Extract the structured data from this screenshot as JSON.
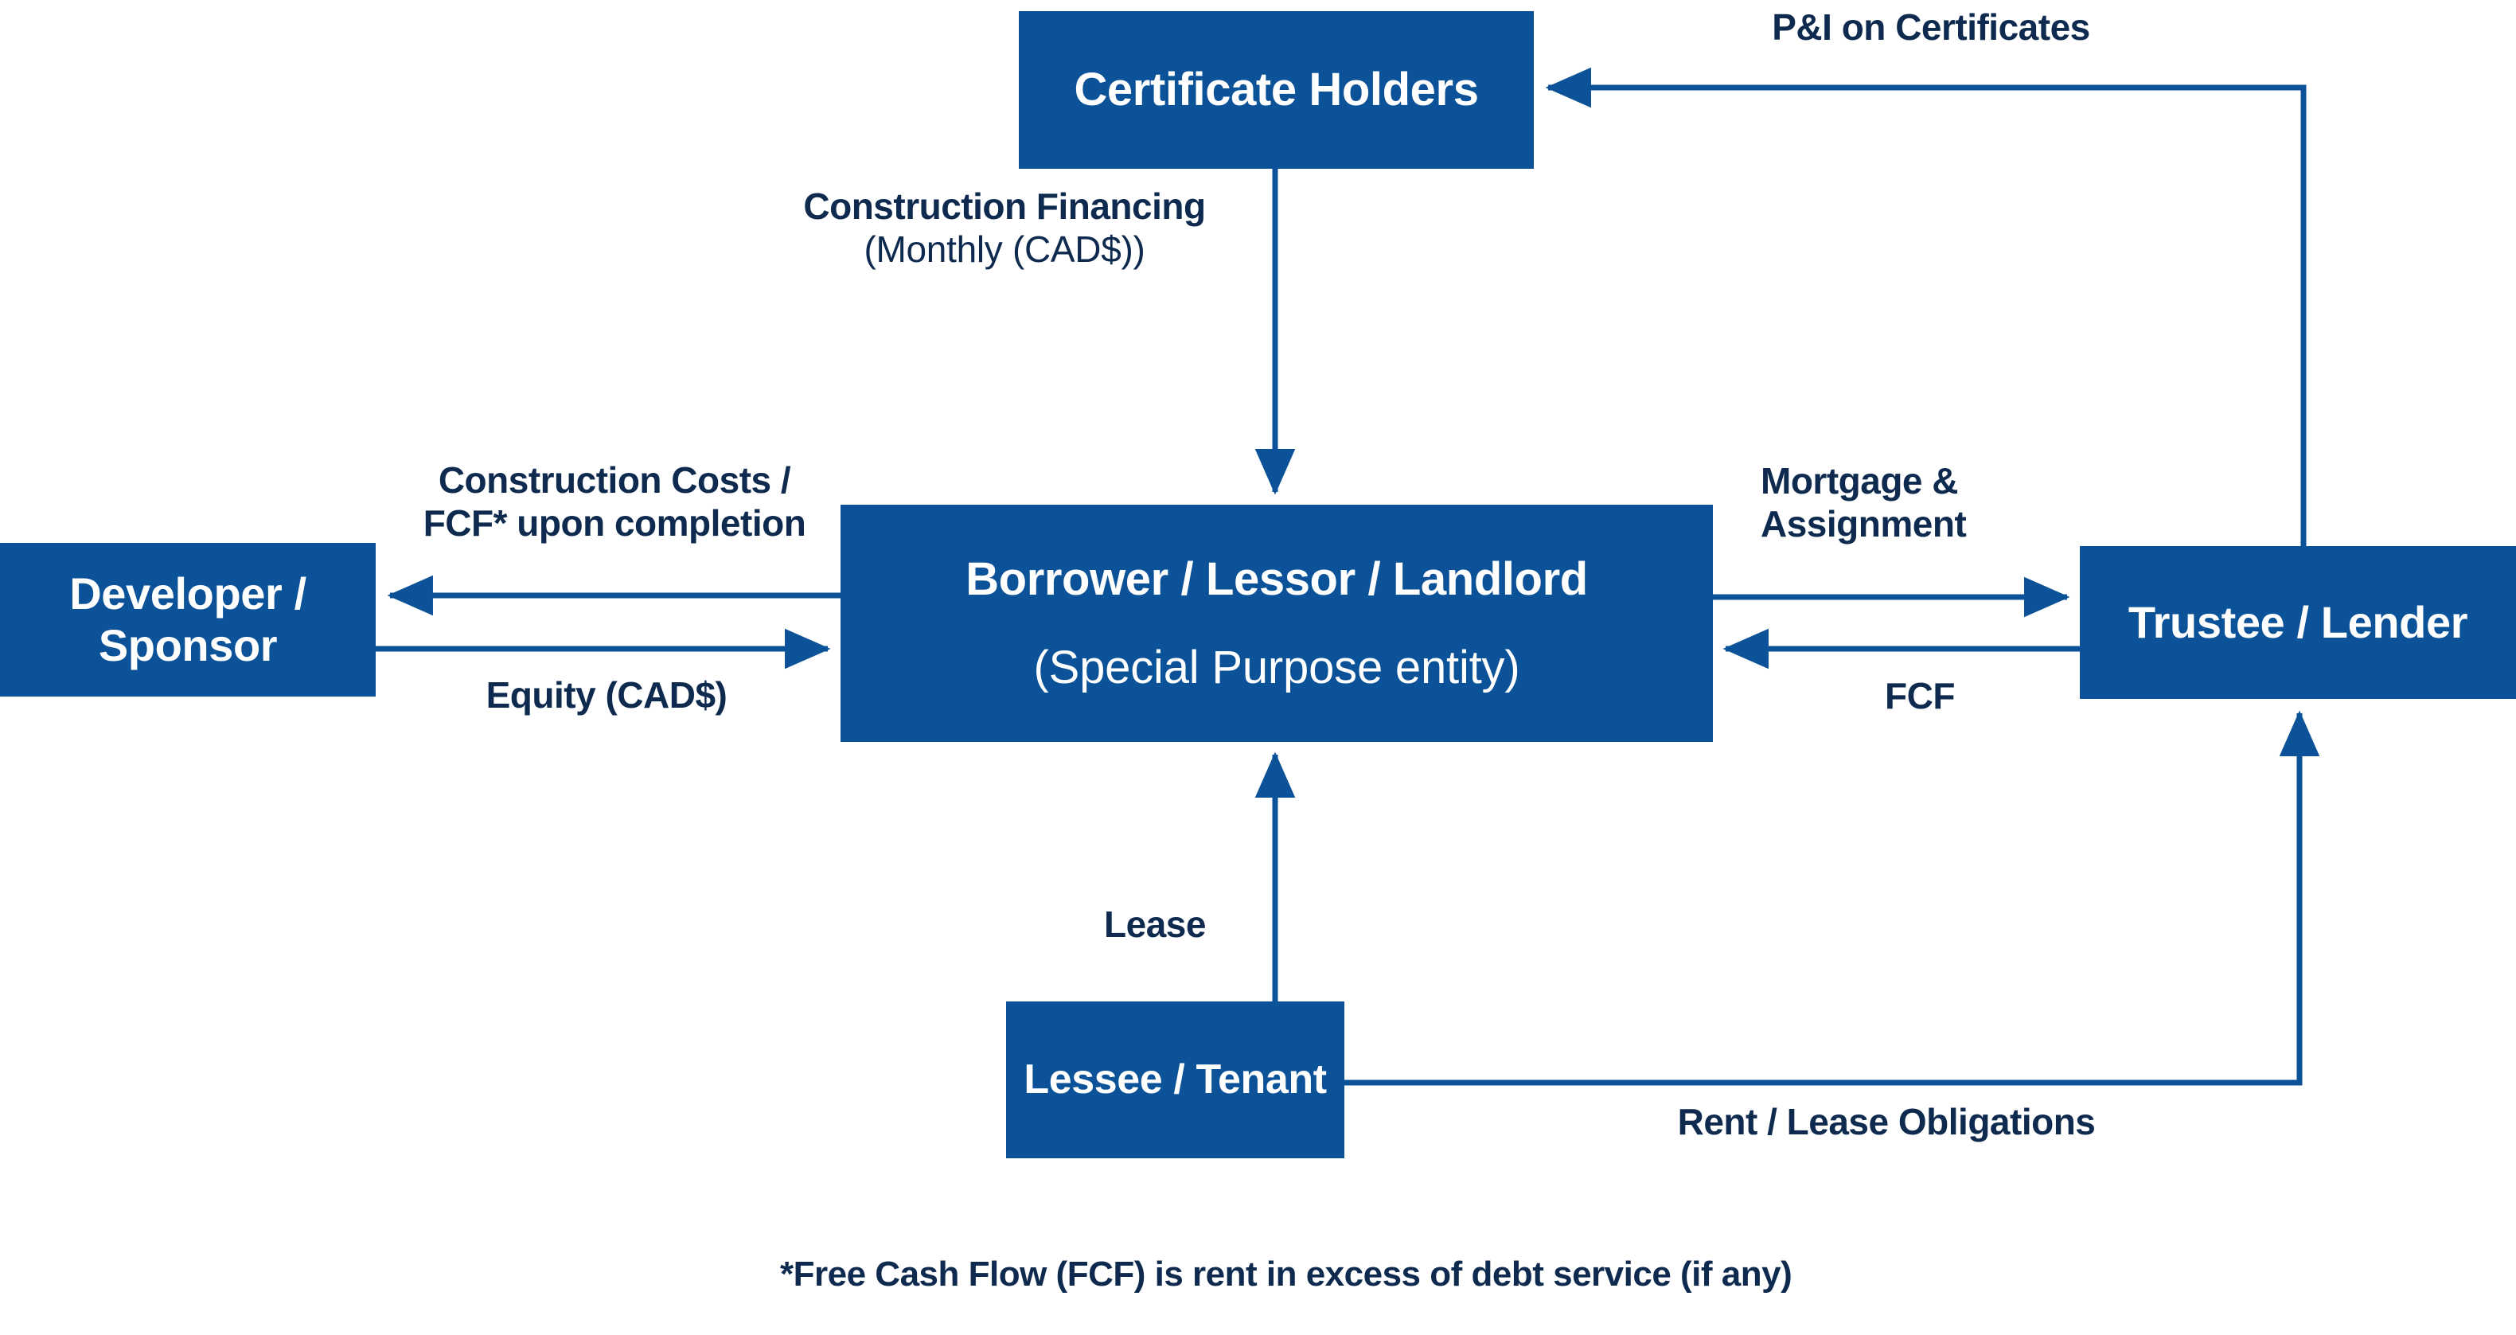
{
  "theme": {
    "box_fill": "#0B5299",
    "box_text": "#FFFFFF",
    "label_text": "#0E2A4F",
    "connector": "#0B5299",
    "background": "#FFFFFF"
  },
  "diagram": {
    "type": "flow",
    "nodes": [
      {
        "id": "certificate-holders",
        "title": "Certificate Holders",
        "subtitle": ""
      },
      {
        "id": "borrower",
        "title": "Borrower / Lessor / Landlord",
        "subtitle": "(Special Purpose entity)"
      },
      {
        "id": "developer",
        "title": "Developer /\nSponsor",
        "title_line_1": "Developer /",
        "title_line_2": "Sponsor",
        "subtitle": ""
      },
      {
        "id": "trustee",
        "title": "Trustee / Lender",
        "subtitle": ""
      },
      {
        "id": "lessee",
        "title": "Lessee / Tenant",
        "subtitle": ""
      }
    ],
    "edges": [
      {
        "id": "pi-certificates",
        "from": "trustee",
        "to": "certificate-holders",
        "label": "P&I on Certificates",
        "label_secondary": ""
      },
      {
        "id": "construction-financing",
        "from": "certificate-holders",
        "to": "borrower",
        "label": "Construction Financing",
        "label_secondary": "(Monthly (CAD$))"
      },
      {
        "id": "construction-costs",
        "from": "borrower",
        "to": "developer",
        "label_line_1": "Construction Costs /",
        "label_line_2": "FCF* upon completion"
      },
      {
        "id": "equity",
        "from": "developer",
        "to": "borrower",
        "label": "Equity (CAD$)"
      },
      {
        "id": "mortgage-assignment",
        "from": "borrower",
        "to": "trustee",
        "label_line_1": "Mortgage &",
        "label_line_2": "Assignment"
      },
      {
        "id": "fcf",
        "from": "trustee",
        "to": "borrower",
        "label": "FCF"
      },
      {
        "id": "lease",
        "from": "lessee",
        "to": "borrower",
        "label": "Lease"
      },
      {
        "id": "rent-lease-obligations",
        "from": "lessee",
        "to": "trustee",
        "label": "Rent / Lease Obligations"
      }
    ],
    "footnote": "*Free Cash Flow (FCF) is rent in excess of debt service (if any)"
  }
}
